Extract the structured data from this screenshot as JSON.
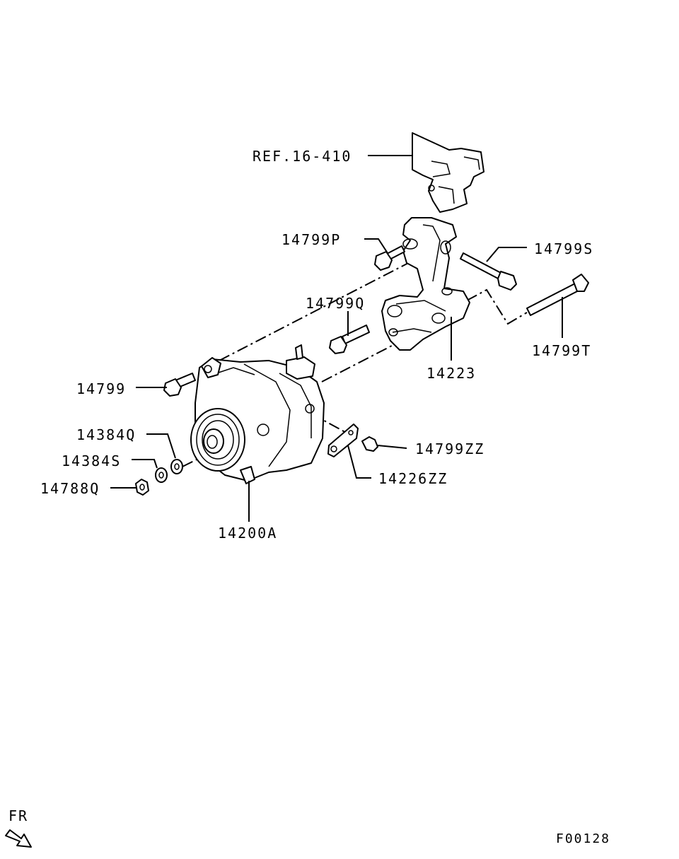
{
  "labels": {
    "ref": "REF.16-410",
    "p14799P": "14799P",
    "p14799S": "14799S",
    "p14799Q": "14799Q",
    "p14799T": "14799T",
    "p14223": "14223",
    "p14799": "14799",
    "p14384Q": "14384Q",
    "p14384S": "14384S",
    "p14788Q": "14788Q",
    "p14799ZZ": "14799ZZ",
    "p14226ZZ": "14226ZZ",
    "p14200A": "14200A",
    "fr": "FR",
    "figure_code": "F00128"
  },
  "colors": {
    "ink": "#000000",
    "paper": "#ffffff"
  }
}
